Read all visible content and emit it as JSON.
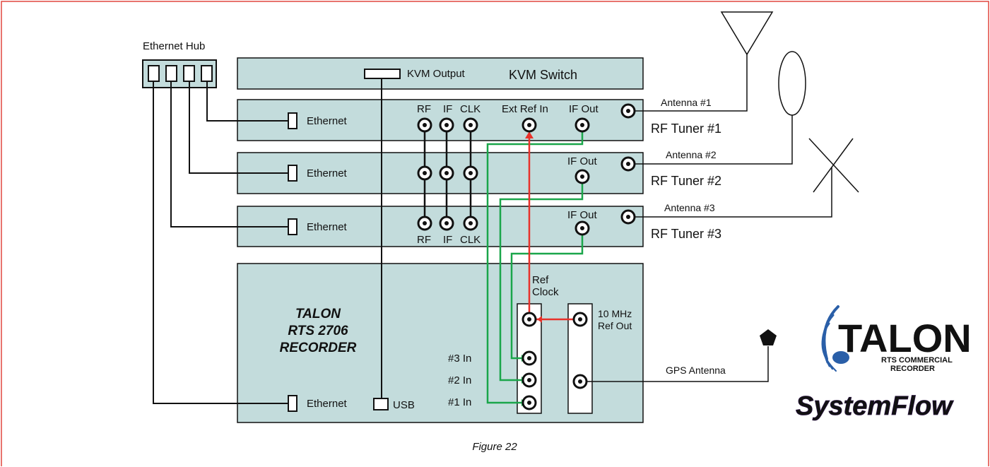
{
  "hub": {
    "label": "Ethernet Hub"
  },
  "kvm": {
    "output_label": "KVM Output",
    "title": "KVM Switch"
  },
  "tuner1": {
    "ethernet": "Ethernet",
    "port_rf": "RF",
    "port_if": "IF",
    "port_clk": "CLK",
    "ext_ref_in": "Ext Ref In",
    "if_out": "IF Out",
    "name": "RF Tuner #1",
    "antenna": "Antenna #1"
  },
  "tuner2": {
    "ethernet": "Ethernet",
    "if_out": "IF Out",
    "name": "RF Tuner #2",
    "antenna": "Antenna #2"
  },
  "tuner3": {
    "ethernet": "Ethernet",
    "port_rf": "RF",
    "port_if": "IF",
    "port_clk": "CLK",
    "if_out": "IF Out",
    "name": "RF Tuner #3",
    "antenna": "Antenna #3"
  },
  "recorder": {
    "title_line1": "TALON",
    "title_line2": "RTS 2706",
    "title_line3": "RECORDER",
    "ethernet": "Ethernet",
    "usb": "USB",
    "ref_clock_1": "Ref",
    "ref_clock_2": "Clock",
    "ref_out_1": "10 MHz",
    "ref_out_2": "Ref Out",
    "in3": "#3 In",
    "in2": "#2 In",
    "in1": "#1 In",
    "gps_antenna": "GPS Antenna"
  },
  "logo": {
    "brand": "TALON",
    "sub1": "RTS COMMERCIAL",
    "sub2": "RECORDER",
    "flow": "SystemFlow"
  },
  "caption": "Figure 22",
  "colors": {
    "panel": "#c3dcdc",
    "red_signal": "#e8312a",
    "green_signal": "#1aa64a",
    "frame": "#e0463f",
    "logo_blue": "#2a5fa8",
    "logo_purple": "#5a2f7f"
  }
}
